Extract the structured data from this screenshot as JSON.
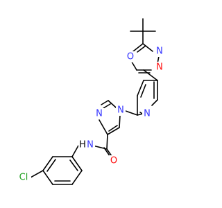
{
  "colors": {
    "bond": "#000000",
    "nitrogen": "#3333ff",
    "oxygen": "#ff0d0d",
    "chlorine": "#1fa01f",
    "carbon": "#000000"
  },
  "atoms": {
    "n_oxadiazole_upper": "N",
    "o_oxadiazole": "O",
    "n_oxadiazole_lower": "N",
    "n_pyridine": "N",
    "n_imidazole_1": "N",
    "n_imidazole_3": "N",
    "o_carbonyl": "O",
    "n_amide": "N",
    "h_amide": "H",
    "cl": "Cl"
  }
}
